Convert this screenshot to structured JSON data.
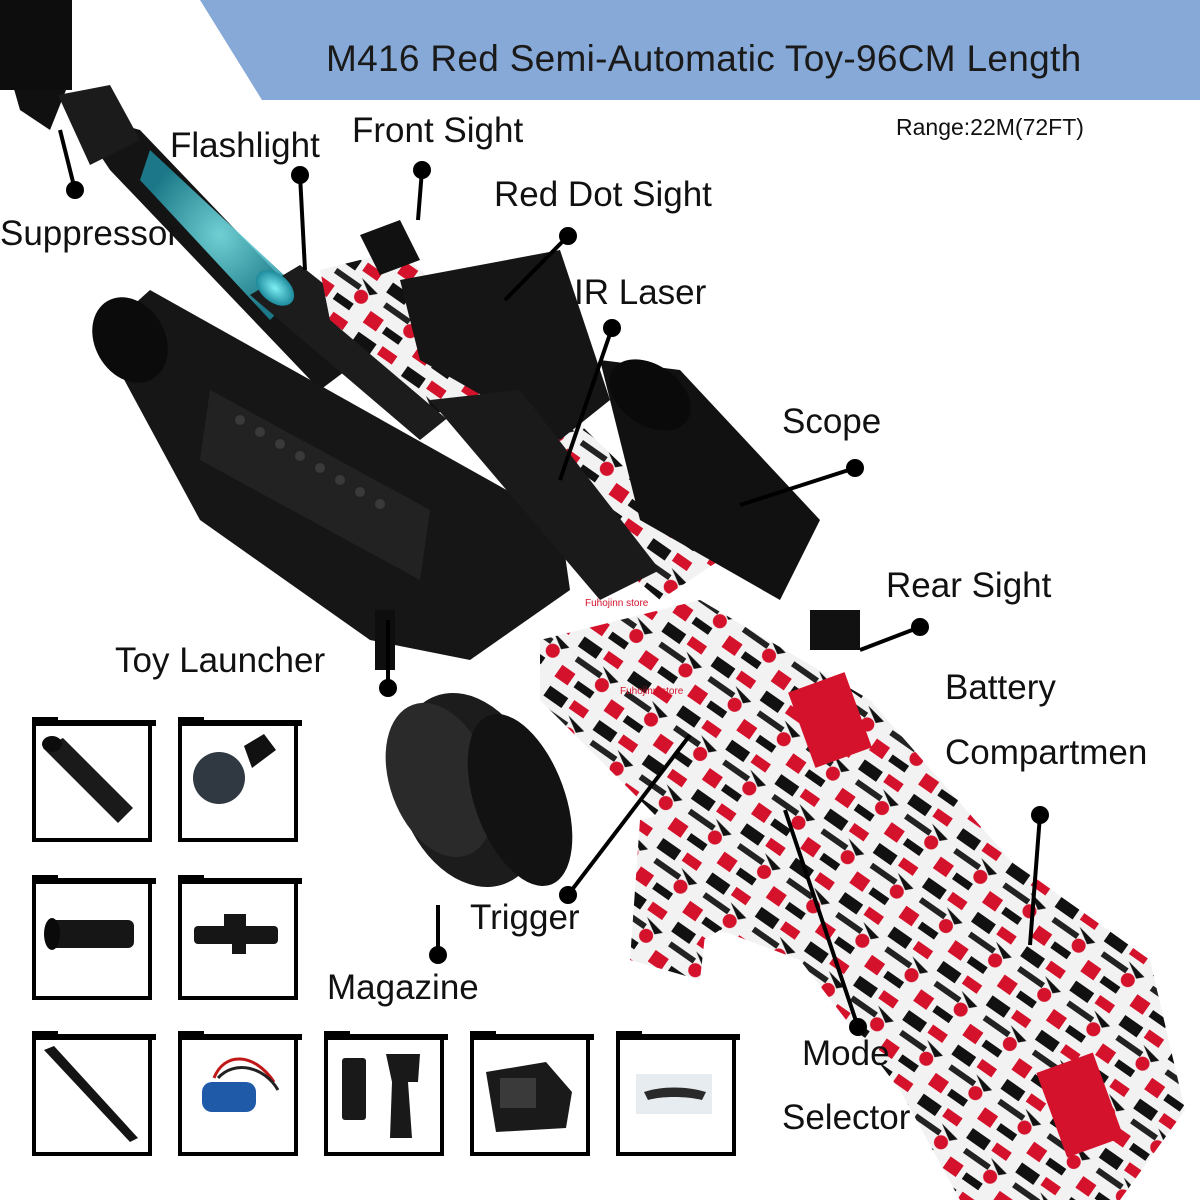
{
  "title": "M416  Red  Semi-Automatic Toy-96CM Length",
  "range": "Range:22M(72FT)",
  "labels": {
    "suppressor": "Suppressor",
    "flashlight": "Flashlight",
    "front_sight": "Front Sight",
    "red_dot_sight": "Red Dot Sight",
    "ir_laser": "IR Laser",
    "scope": "Scope",
    "rear_sight": "Rear Sight",
    "toy_launcher": "Toy Launcher",
    "battery_line1": "Battery",
    "battery_line2": "Compartmen",
    "trigger": "Trigger",
    "magazine": "Magazine",
    "mode_line1": "Mode",
    "mode_line2": "Selector"
  },
  "watermark": "Fuhojinn store",
  "colors": {
    "banner": "#86a9d8",
    "graffiti_red": "#d4122b",
    "body_black": "#141414",
    "glow": "#3fc7d4"
  },
  "accessories": [
    {
      "icon": "rail-handguard-icon"
    },
    {
      "icon": "sling-pad-icon"
    },
    {
      "icon": "tactical-flashlight-icon"
    },
    {
      "icon": "laser-scope-icon"
    },
    {
      "icon": "cleaning-rod-icon"
    },
    {
      "icon": "battery-pack-icon"
    },
    {
      "icon": "flash-hider-and-grip-icon"
    },
    {
      "icon": "red-dot-sight-icon"
    },
    {
      "icon": "safety-goggles-icon"
    }
  ]
}
